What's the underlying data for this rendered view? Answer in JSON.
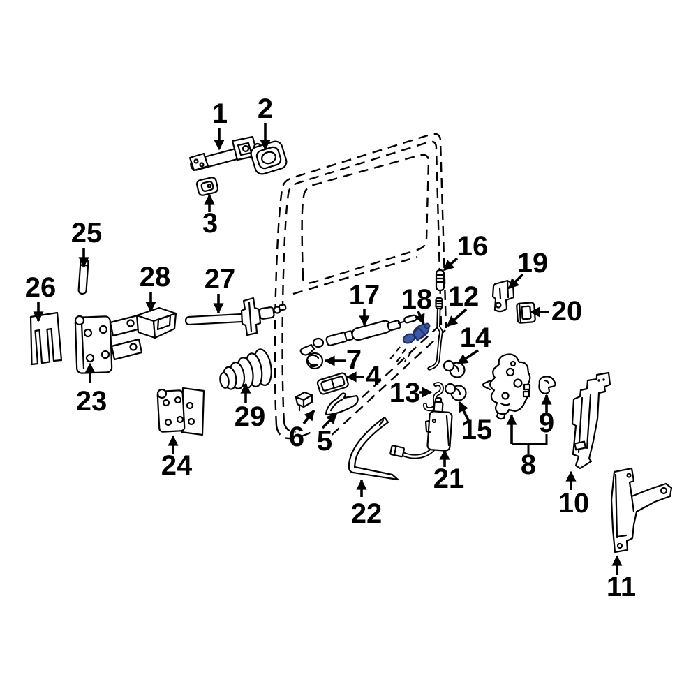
{
  "colors": {
    "background": "#ffffff",
    "line": "#000000",
    "highlight_fill": "#3a5ba9",
    "highlight_stroke": "#1e2f66"
  },
  "callouts": {
    "1": {
      "label": "1"
    },
    "2": {
      "label": "2"
    },
    "3": {
      "label": "3"
    },
    "4": {
      "label": "4"
    },
    "5": {
      "label": "5"
    },
    "6": {
      "label": "6"
    },
    "7": {
      "label": "7"
    },
    "8": {
      "label": "8"
    },
    "9": {
      "label": "9"
    },
    "10": {
      "label": "10"
    },
    "11": {
      "label": "11"
    },
    "12": {
      "label": "12"
    },
    "13": {
      "label": "13"
    },
    "14": {
      "label": "14"
    },
    "15": {
      "label": "15"
    },
    "16": {
      "label": "16"
    },
    "17": {
      "label": "17"
    },
    "18": {
      "label": "18"
    },
    "19": {
      "label": "19"
    },
    "20": {
      "label": "20"
    },
    "21": {
      "label": "21"
    },
    "22": {
      "label": "22"
    },
    "23": {
      "label": "23"
    },
    "24": {
      "label": "24"
    },
    "25": {
      "label": "25"
    },
    "26": {
      "label": "26"
    },
    "27": {
      "label": "27"
    },
    "28": {
      "label": "28"
    },
    "29": {
      "label": "29"
    }
  }
}
